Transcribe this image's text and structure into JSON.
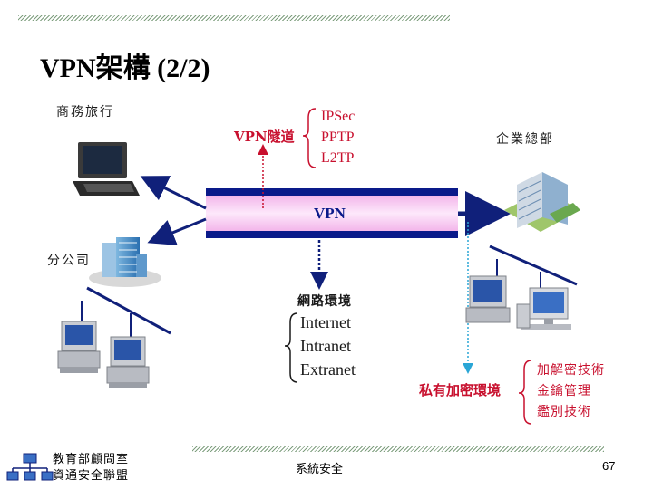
{
  "slide": {
    "title": "VPN架構 (2/2)"
  },
  "diagram": {
    "nodes": {
      "business_travel": "商務旅行",
      "branch": "分公司",
      "headquarters": "企業總部"
    },
    "tunnel": {
      "label": "VPN",
      "tunnel_label": "VPN隧道",
      "protocols": [
        "IPSec",
        "PPTP",
        "L2TP"
      ]
    },
    "network_env": {
      "label": "網路環境",
      "items": [
        "Internet",
        "Intranet",
        "Extranet"
      ]
    },
    "private_encryption": {
      "label": "私有加密環境",
      "items": [
        "加解密技術",
        "金鑰管理",
        "鑑別技術"
      ]
    }
  },
  "footer": {
    "org_line1": "教育部顧問室",
    "org_line2": "資通安全聯盟",
    "center": "系統安全",
    "page": "67"
  },
  "colors": {
    "tunnel_border": "#0a1a8a",
    "tunnel_fill": "#f6c8f0",
    "label_red": "#c8102e",
    "arrow_navy": "#10207a"
  }
}
